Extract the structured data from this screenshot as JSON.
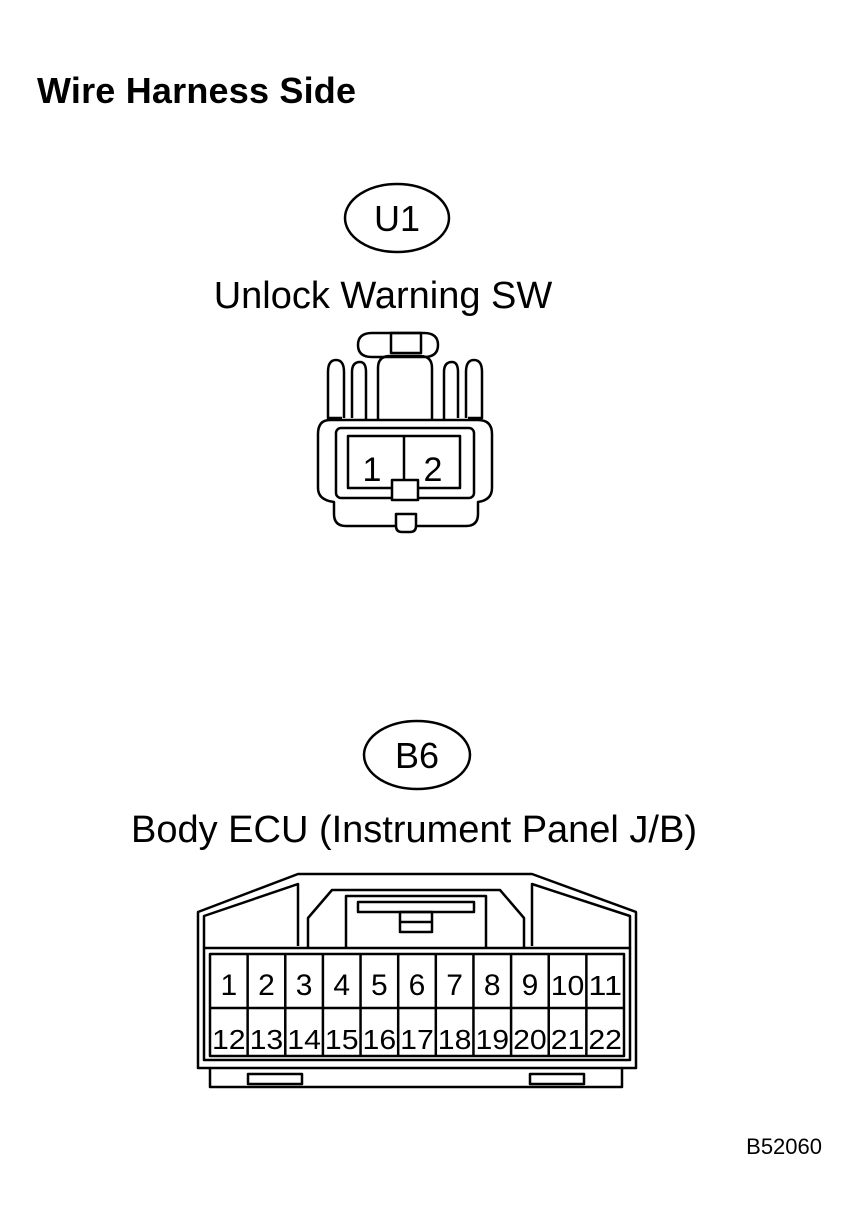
{
  "title": "Wire Harness Side",
  "connectors": [
    {
      "code": "U1",
      "name": "Unlock Warning SW",
      "pins": [
        "1",
        "2"
      ]
    },
    {
      "code": "B6",
      "name": "Body ECU (Instrument Panel J/B)",
      "pins_top": [
        "1",
        "2",
        "3",
        "4",
        "5",
        "6",
        "7",
        "8",
        "9",
        "10",
        "11"
      ],
      "pins_bottom": [
        "12",
        "13",
        "14",
        "15",
        "16",
        "17",
        "18",
        "19",
        "20",
        "21",
        "22"
      ]
    }
  ],
  "figure_code": "B52060"
}
